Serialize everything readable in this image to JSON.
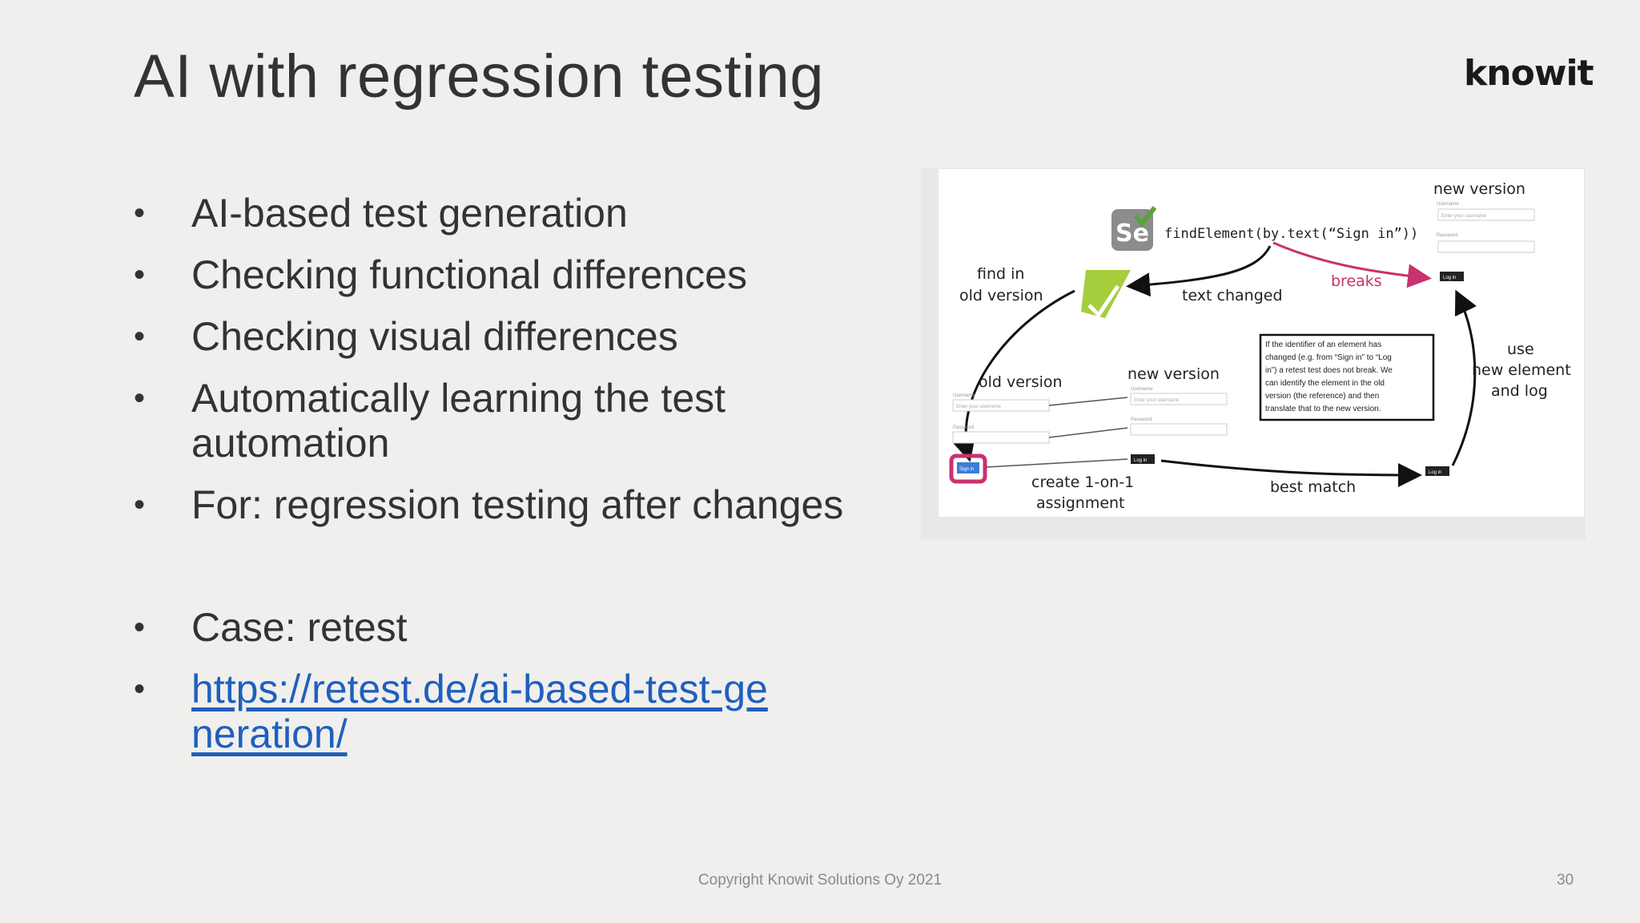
{
  "slide": {
    "title": "AI with regression testing",
    "logo_text": "knowit",
    "bullets": [
      "AI-based test generation",
      "Checking functional differences",
      "Checking visual differences",
      "Automatically learning the test automation",
      "For: regression testing after changes"
    ],
    "case_bullets": {
      "case": "Case: retest",
      "link": "https://retest.de/ai-based-test-generation/"
    },
    "bullet_glyph": "•",
    "footer": "Copyright Knowit Solutions Oy 2021",
    "page_number": "30"
  },
  "diagram": {
    "selenium_logo_text": "Se",
    "code": "findElement(by.text(“Sign in”))",
    "labels": {
      "find_in_1": "find in",
      "find_in_2": "old version",
      "text_changed": "text changed",
      "breaks": "breaks",
      "new_version_top": "new version",
      "old_version": "old version",
      "new_version_mid": "new version",
      "use_1": "use",
      "use_2": "new element",
      "use_3": "and log",
      "create_1": "create 1-on-1",
      "create_2": "assignment",
      "best_match": "best match"
    },
    "note_lines": [
      "If the identifier of an element has",
      "changed (e.g. from “Sign in” to “Log",
      "in”) a retest test does not break. We",
      "can identify the element in the old",
      "version (the reference) and then",
      "translate that to the new version."
    ],
    "mini_form": {
      "username": "Username",
      "username_placeholder": "Enter your username",
      "password": "Password",
      "sign_in": "Sign in",
      "log_in": "Log in"
    },
    "colors": {
      "accent_pink": "#c8326e",
      "checkmark_green": "#a6cd3c",
      "selenium_green": "#5ba33b"
    }
  }
}
